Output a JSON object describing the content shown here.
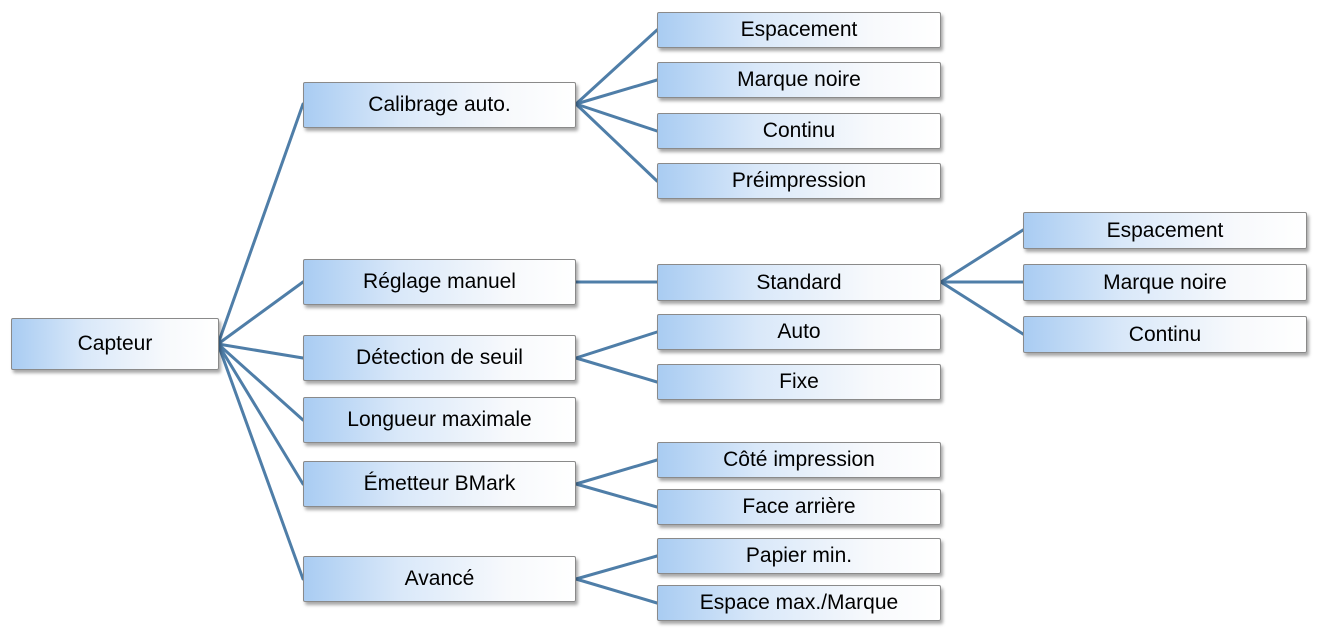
{
  "colors": {
    "connector": "#4f7ea8",
    "node_fill_left": "#a9ccf2",
    "node_fill_right": "#ffffff",
    "node_border": "#8a8a8a"
  },
  "root": {
    "label": "Capteur"
  },
  "branches": [
    {
      "label": "Calibrage auto.",
      "children": [
        "Espacement",
        "Marque noire",
        "Continu",
        "Préimpression"
      ]
    },
    {
      "label": "Réglage manuel",
      "children": [
        "Standard"
      ],
      "sub": {
        "label": "Standard",
        "children": [
          "Espacement",
          "Marque noire",
          "Continu"
        ]
      }
    },
    {
      "label": "Détection de seuil",
      "children": [
        "Auto",
        "Fixe"
      ]
    },
    {
      "label": "Longueur maximale",
      "children": []
    },
    {
      "label": "Émetteur BMark",
      "children": [
        "Côté impression",
        "Face arrière"
      ]
    },
    {
      "label": "Avancé",
      "children": [
        "Papier min.",
        "Espace max./Marque"
      ]
    }
  ]
}
